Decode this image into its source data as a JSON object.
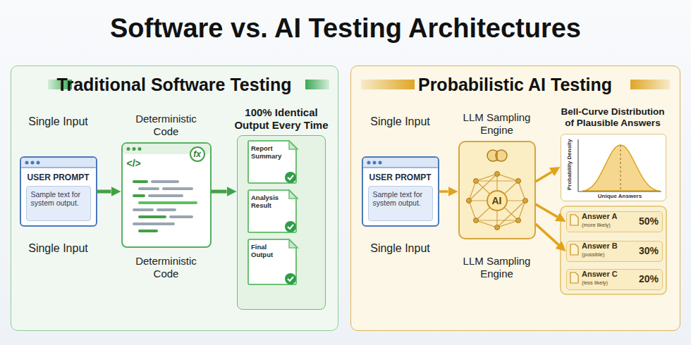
{
  "diagram": {
    "title": "Software vs. AI Testing Architectures",
    "nodes": [
      {
        "text": [
          "Traditional Software Testing"
        ]
      },
      {
        "text": [
          "Single Input",
          "USER PROMPT",
          "Sample text for system output.",
          "Single Input"
        ],
        "in": 0
      },
      {
        "text": [
          "Deterministic Code",
          "</>",
          "fx",
          "Deterministic Code"
        ],
        "in": 0
      },
      {
        "text": [
          "100% Identical Output Every Time"
        ],
        "in": 0
      },
      {
        "text": [
          "Report Summary"
        ],
        "in": 3
      },
      {
        "text": [
          "Analysis Result"
        ],
        "in": 3
      },
      {
        "text": [
          "Final Output"
        ],
        "in": 3
      },
      {
        "text": [
          "Probabilistic AI Testing"
        ]
      },
      {
        "text": [
          "Single Input",
          "USER PROMPT",
          "Sample text for system output.",
          "Single Input"
        ],
        "in": 7
      },
      {
        "text": [
          "LLM Sampling Engine",
          "AI",
          "LLM Sampling Engine"
        ],
        "in": 7
      },
      {
        "text": [
          "Bell-Curve Distribution of Plausible Answers",
          "Probability Density",
          "Unique Answers"
        ],
        "in": 7
      },
      {
        "text": [
          "Answer A",
          "(more likely)",
          "50%"
        ],
        "in": 7
      },
      {
        "text": [
          "Answer B",
          "(possible)",
          "30%"
        ],
        "in": 7
      },
      {
        "text": [
          "Answer C",
          "(less likely)",
          "20%"
        ],
        "in": 7
      }
    ],
    "edges": [
      {
        "from": 1,
        "to": 2,
        "arrow": "to"
      },
      {
        "from": 2,
        "to": 3,
        "arrow": "to"
      },
      {
        "from": 8,
        "to": 9,
        "arrow": "to"
      },
      {
        "from": 9,
        "to": 10,
        "arrow": "to"
      },
      {
        "from": 9,
        "to": 11,
        "arrow": "to"
      },
      {
        "from": 9,
        "to": 12,
        "arrow": "to"
      }
    ]
  }
}
